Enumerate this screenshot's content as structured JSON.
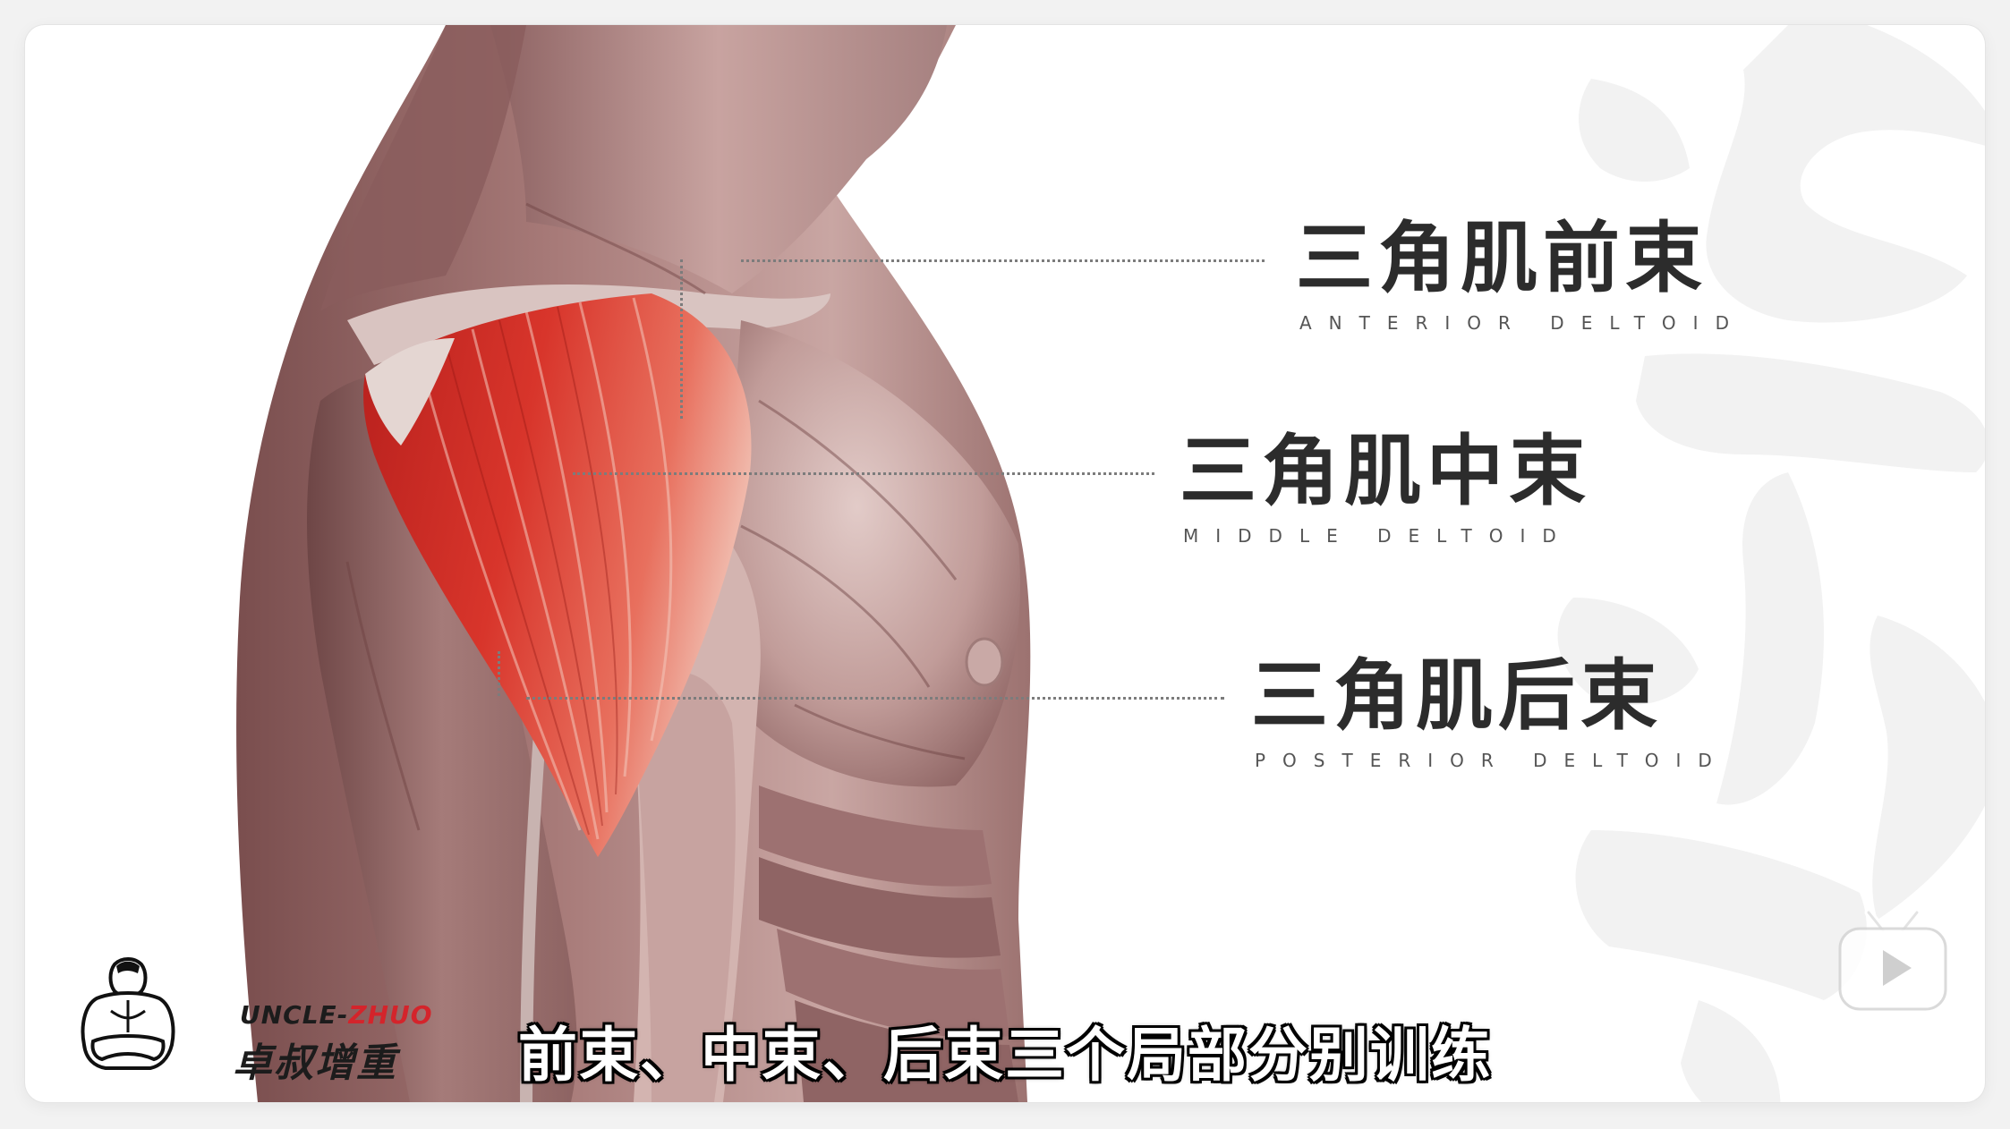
{
  "labels": [
    {
      "cn": "三角肌前束",
      "en": "ANTERIOR DELTOID"
    },
    {
      "cn": "三角肌中束",
      "en": "MIDDLE DELTOID"
    },
    {
      "cn": "三角肌后束",
      "en": "POSTERIOR DELTOID"
    }
  ],
  "logo": {
    "en_prefix": "UNCLE-",
    "en_accent": "ZHUO",
    "cn": "卓叔增重"
  },
  "subtitle": "前束、中束、后束三个局部分别训练",
  "icons": {
    "watermark": "bilibili-tv-icon",
    "mascot": "muscle-man-icon"
  },
  "colors": {
    "deltoid_red": "#d8352b",
    "muscle_base": "#a07474",
    "accent_red": "#d4242b"
  }
}
